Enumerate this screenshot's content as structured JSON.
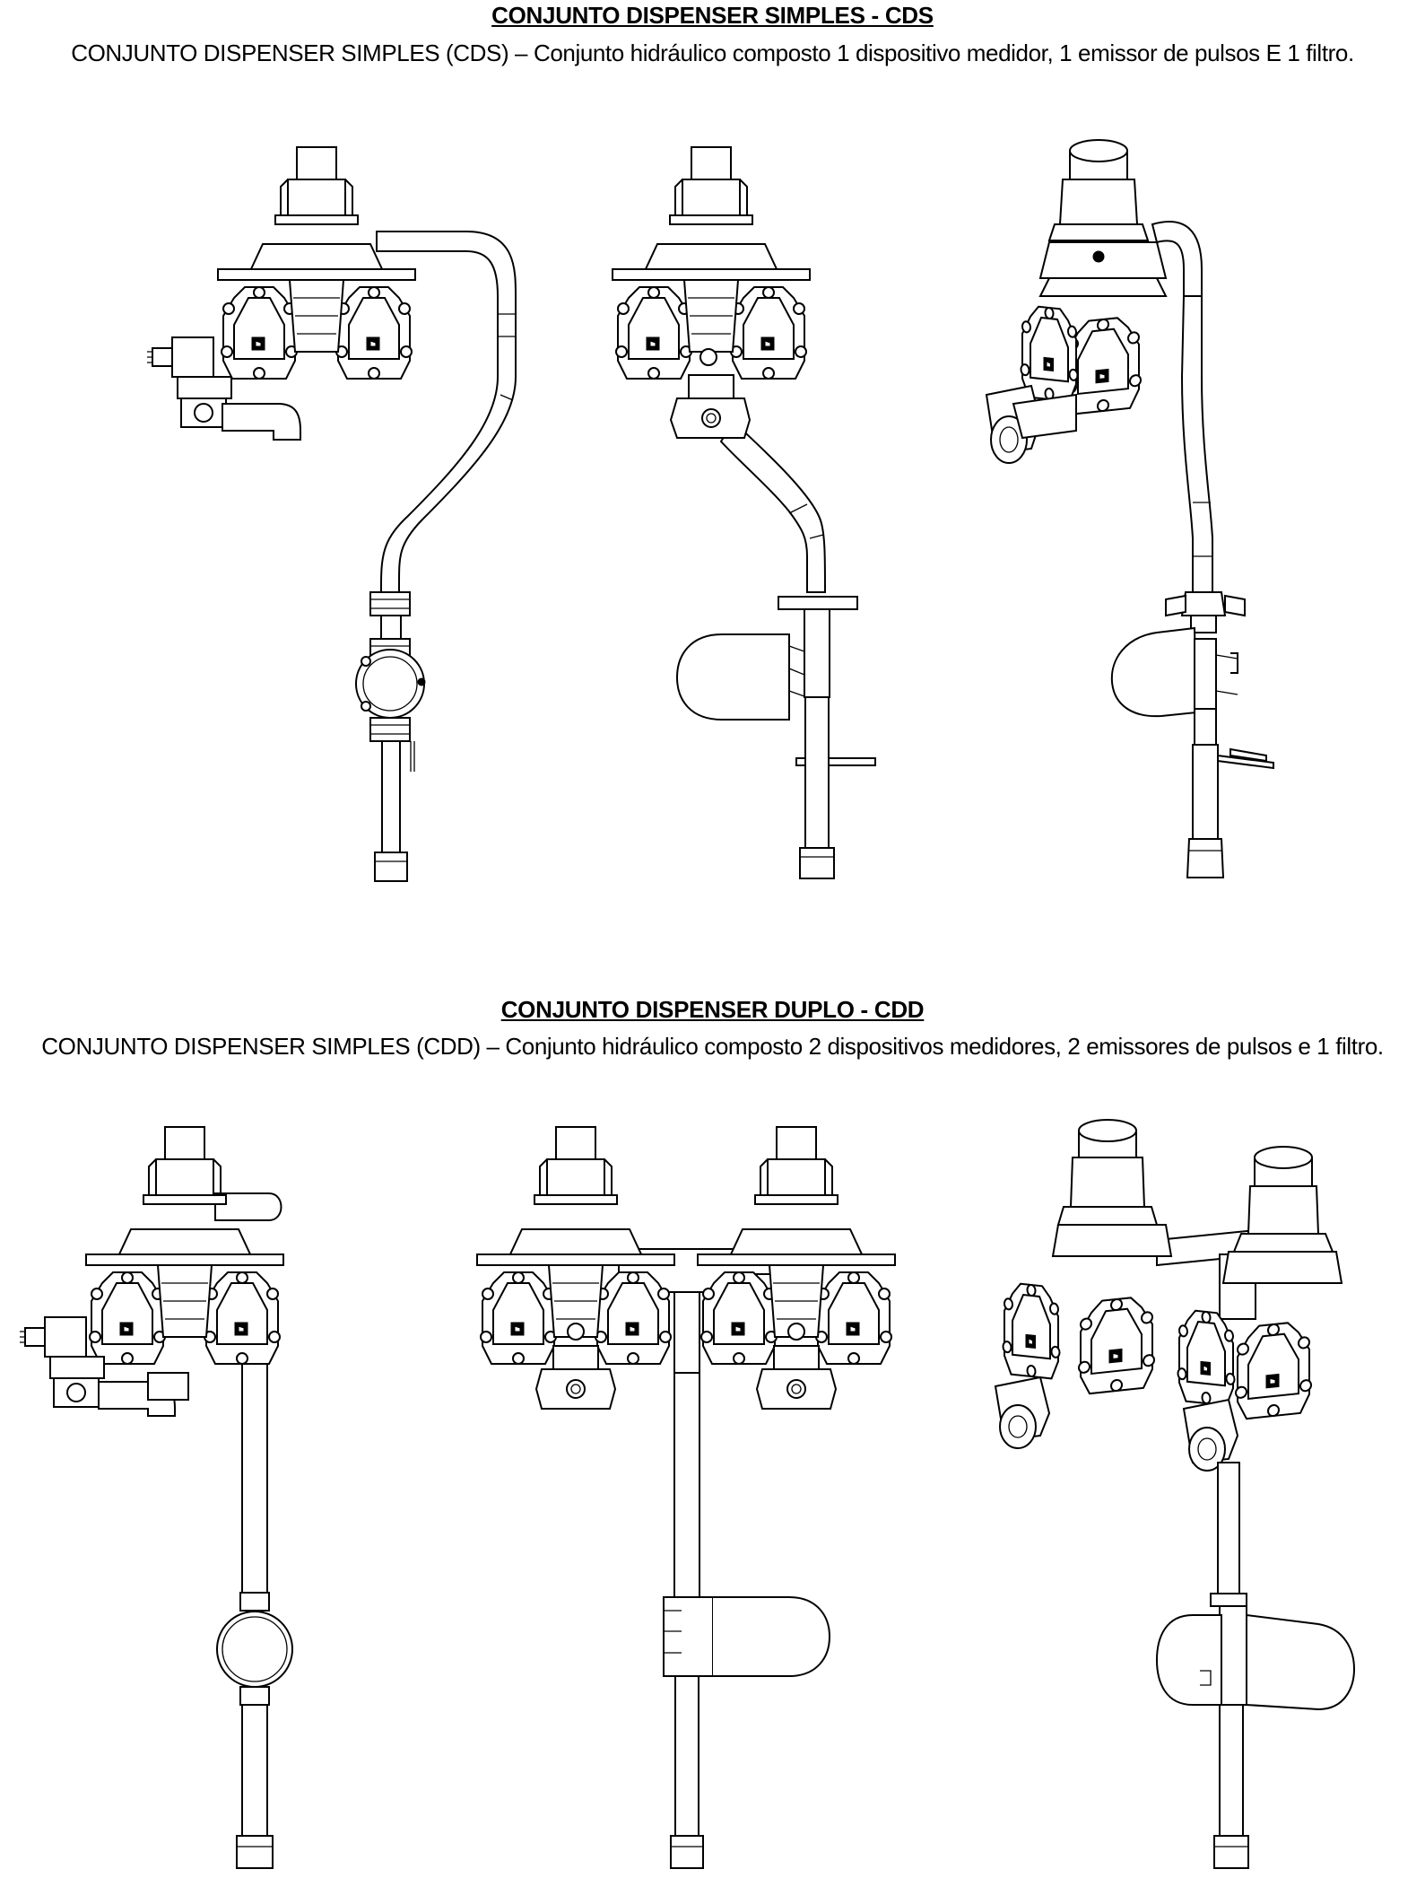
{
  "sections": [
    {
      "heading": "CONJUNTO DISPENSER SIMPLES - CDS",
      "description": "CONJUNTO DISPENSER SIMPLES (CDS) – Conjunto hidráulico composto 1 dispositivo medidor, 1 emissor de pulsos E 1 filtro.",
      "views": [
        "side-view",
        "front-view",
        "isometric-view"
      ]
    },
    {
      "heading": "CONJUNTO DISPENSER DUPLO - CDD",
      "description": "CONJUNTO DISPENSER SIMPLES (CDD) – Conjunto hidráulico composto 2 dispositivos medidores, 2 emissores de pulsos e 1 filtro.",
      "views": [
        "side-view",
        "front-view",
        "isometric-view"
      ]
    }
  ],
  "colors": {
    "line": "#000000",
    "background": "#ffffff"
  }
}
